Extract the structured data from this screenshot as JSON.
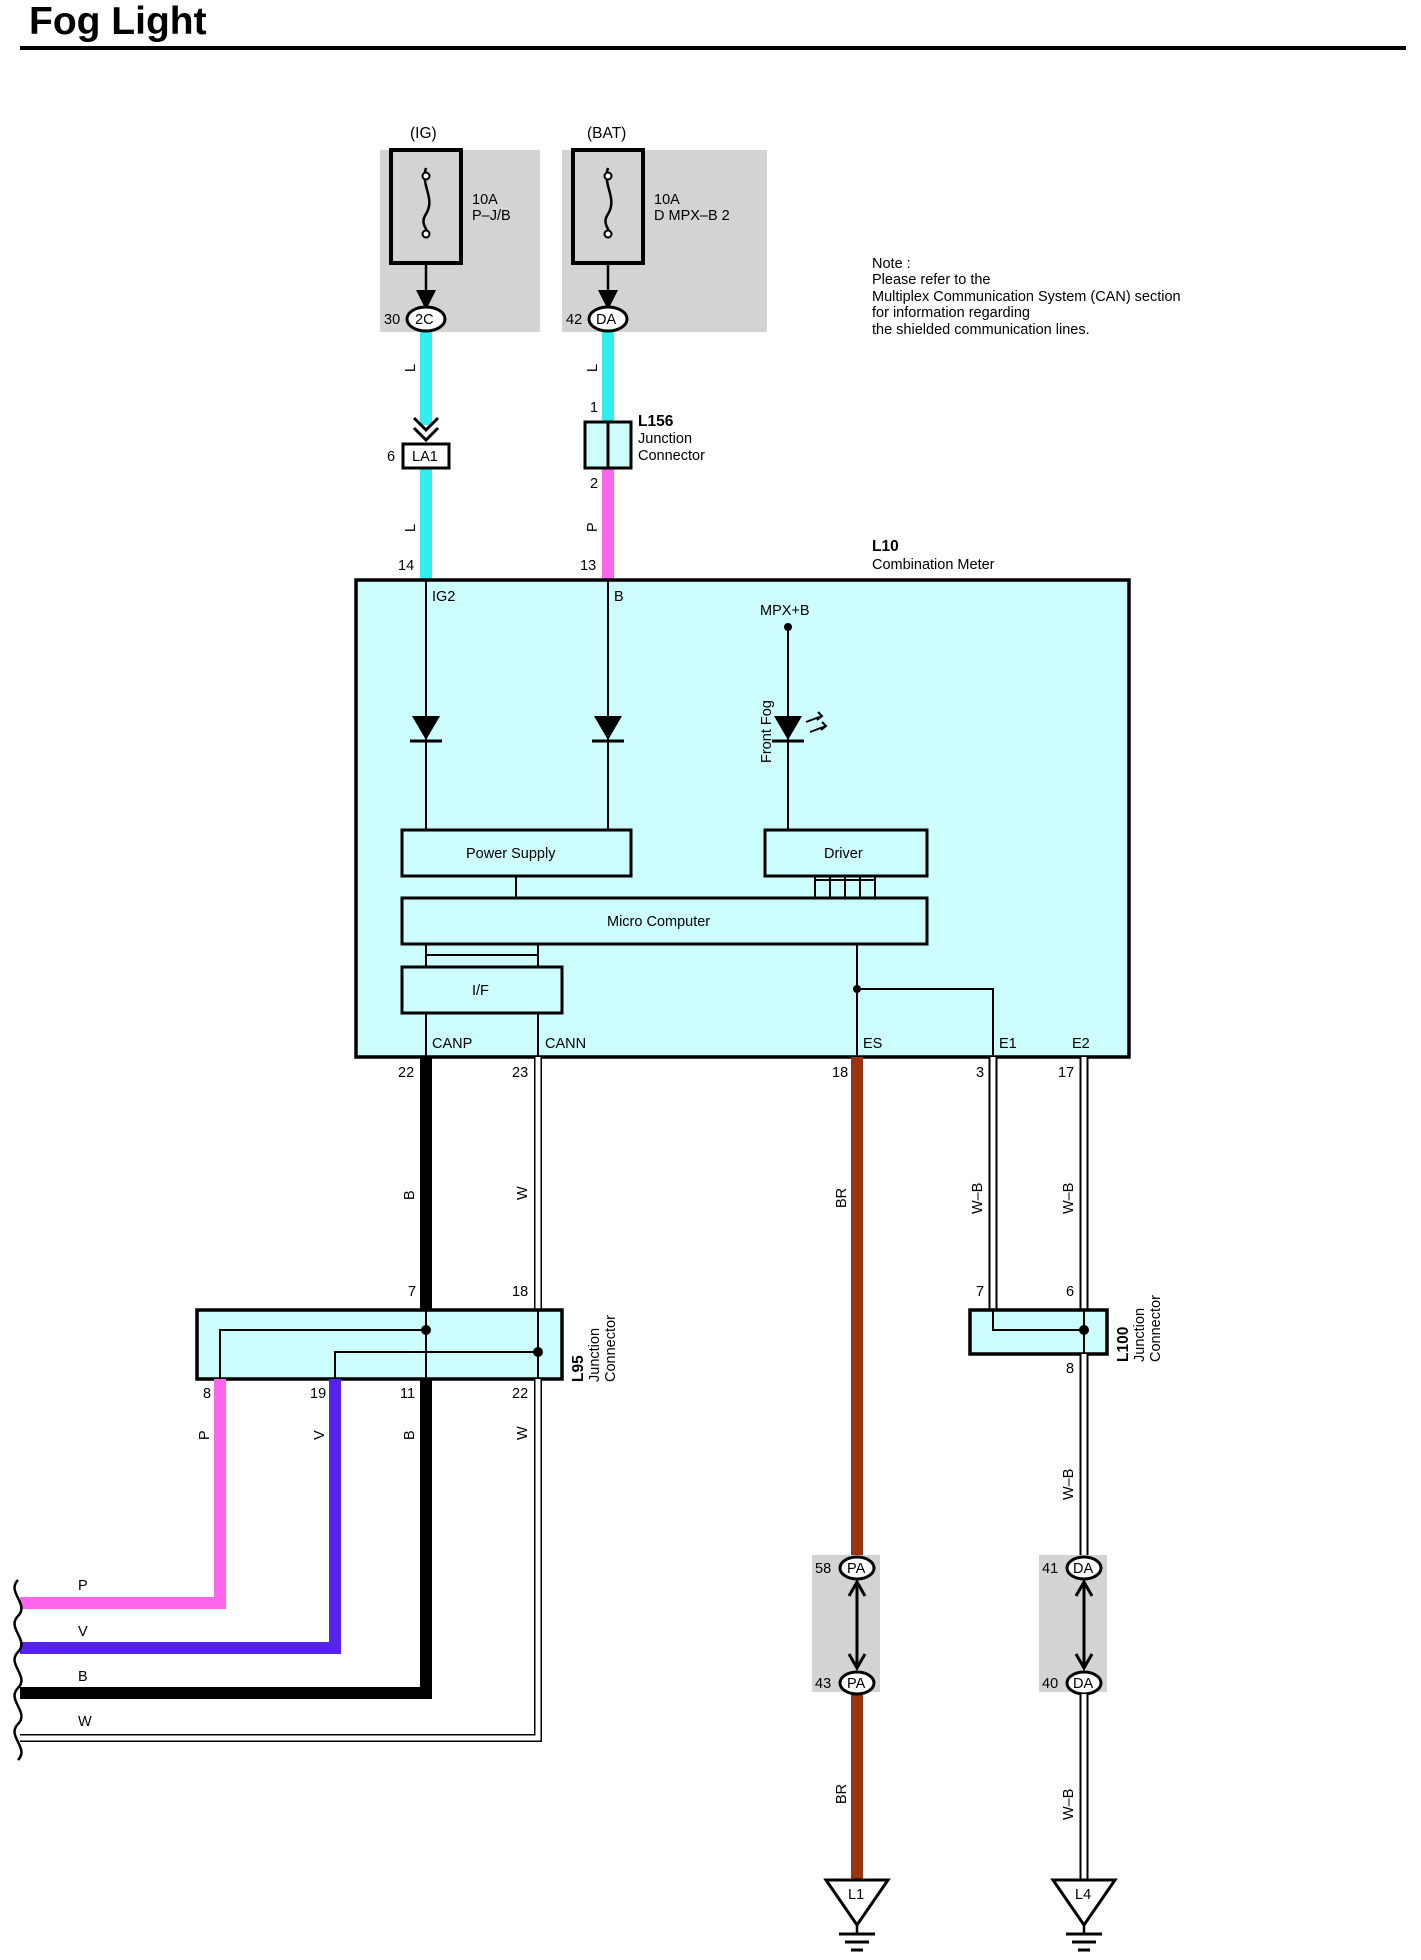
{
  "title": "Fog Light",
  "note": {
    "lines": [
      "Note :",
      "Please refer to the",
      "Multiplex Communication System (CAN) section",
      "for information regarding",
      "the shielded communication lines."
    ]
  },
  "power_sources": [
    {
      "source": "(IG)",
      "rating": "10A",
      "fuse": "P–J/B",
      "connector": "2C",
      "pin": "30"
    },
    {
      "source": "(BAT)",
      "rating": "10A",
      "fuse": "D MPX–B 2",
      "connector": "DA",
      "pin": "42"
    }
  ],
  "connectors": {
    "la1": {
      "id": "LA1",
      "pin": "6"
    },
    "l156": {
      "id": "L156",
      "line1": "Junction",
      "line2": "Connector",
      "pin_top": "1",
      "pin_bottom": "2"
    },
    "l10": {
      "id": "L10",
      "name": "Combination Meter"
    },
    "l95": {
      "id": "L95",
      "line1": "Junction",
      "line2": "Connector",
      "pins_top": [
        "7",
        "18"
      ],
      "pins_bottom": [
        "8",
        "19",
        "11",
        "22"
      ]
    },
    "l100": {
      "id": "L100",
      "line1": "Junction",
      "line2": "Connector",
      "pins_top": [
        "7",
        "6"
      ],
      "pin_bottom": "8"
    },
    "pa": {
      "id": "PA",
      "pin_top": "58",
      "pin_bottom": "43"
    },
    "da": {
      "id": "DA",
      "pin_top": "41",
      "pin_bottom": "40"
    }
  },
  "meter": {
    "terminals": {
      "ig2": "IG2",
      "b": "B",
      "mpx_b": "MPX+B",
      "canp": "CANP",
      "cann": "CANN",
      "es": "ES",
      "e1": "E1",
      "e2": "E2"
    },
    "indicator": "Front Fog",
    "blocks": {
      "power_supply": "Power Supply",
      "driver": "Driver",
      "micro_computer": "Micro Computer",
      "interface": "I/F"
    },
    "pins": {
      "ig2": "14",
      "b": "13",
      "canp": "22",
      "cann": "23",
      "es": "18",
      "e1": "3",
      "e2": "17"
    }
  },
  "wires": {
    "ig_top": "L",
    "ig_mid": "L",
    "bat_top": "L",
    "bat_mid": "P",
    "canp": "B",
    "cann": "W",
    "es": "BR",
    "e1": "W–B",
    "e2": "W–B",
    "l95_out": [
      "P",
      "V",
      "B",
      "W"
    ],
    "l100_out": "W–B",
    "es_bottom": "BR",
    "e_bottom": "W–B"
  },
  "bus_lines": [
    "P",
    "V",
    "B",
    "W"
  ],
  "grounds": [
    "L1",
    "L4"
  ],
  "colors": {
    "wire_l": "#33eeee",
    "wire_p": "#ff66ee",
    "wire_v": "#5522ee",
    "wire_b": "#000000",
    "wire_br": "#993311",
    "box_fill": "#ccfcfc",
    "fuse_bg": "#d3d3d3"
  }
}
